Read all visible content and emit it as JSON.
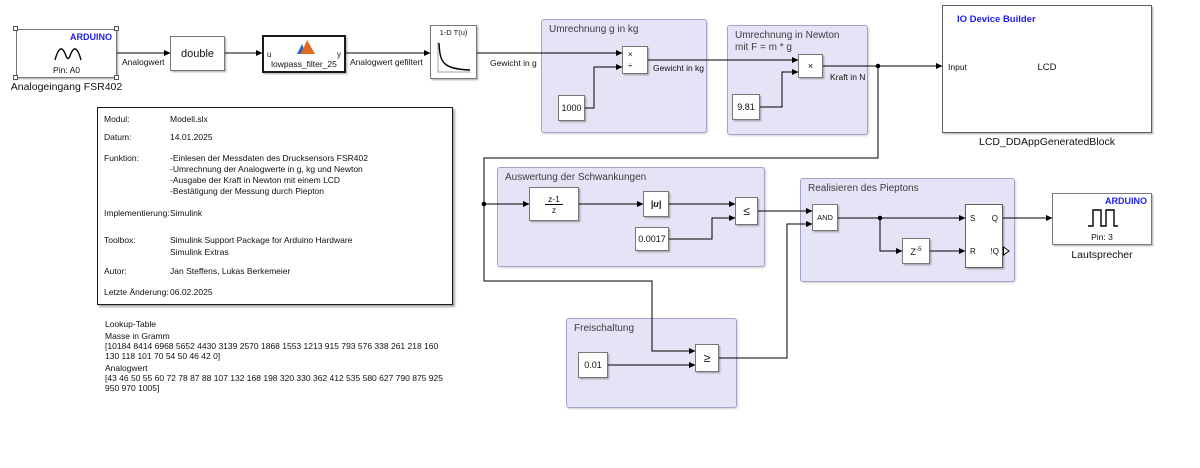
{
  "colors": {
    "accent_blue": "#1d1df0",
    "area_fill": "#e4e4f6",
    "area_border": "#a4a4c8"
  },
  "blocks": {
    "analog_input": {
      "brand": "ARDUINO",
      "pin": "Pin: A0",
      "name": "Analogeingang FSR402"
    },
    "datatype": {
      "label": "double"
    },
    "lowpass": {
      "port_in": "u",
      "port_out": "y",
      "label": "lowpass_filter_25"
    },
    "lut": {
      "title": "1-D T(u)"
    },
    "divide": {
      "port1": "×",
      "port2": "÷"
    },
    "const_1000": {
      "value": "1000"
    },
    "product": {
      "symbol": "×"
    },
    "const_g": {
      "value": "9.81"
    },
    "lcd": {
      "brand": "IO Device Builder",
      "port_in": "Input",
      "label": "LCD",
      "name": "LCD_DDAppGeneratedBlock"
    },
    "tf": {
      "num": "z-1",
      "den": "z"
    },
    "abs": {
      "label": "|u|"
    },
    "const_schwelle": {
      "value": "0.0017"
    },
    "leq": {
      "symbol": "≤"
    },
    "and": {
      "label": "AND"
    },
    "delay": {
      "base": "Z",
      "exp": "-5"
    },
    "flipflop": {
      "s": "S",
      "r": "R",
      "q": "Q",
      "nq": "!Q"
    },
    "const_min": {
      "value": "0.01"
    },
    "geq": {
      "symbol": "≥"
    },
    "speaker": {
      "brand": "ARDUINO",
      "pin": "Pin: 3",
      "name": "Lautsprecher"
    }
  },
  "areas": {
    "g_to_kg": {
      "title": "Umrechnung g in kg"
    },
    "newton": {
      "title_line1": "Umrechnung in Newton",
      "title_line2": "mit F = m * g"
    },
    "schwankungen": {
      "title": "Auswertung der Schwankungen"
    },
    "piepton": {
      "title": "Realisieren des Pieptons"
    },
    "freischaltung": {
      "title": "Freischaltung"
    }
  },
  "signals": {
    "analogwert": "Analogwert",
    "gefiltert": "Analogwert gefiltert",
    "gewicht_g": "Gewicht in g",
    "gewicht_kg": "Gewicht in kg",
    "kraft_n": "Kraft in N"
  },
  "annotation": {
    "rows": [
      {
        "label": "Modul:",
        "lines": [
          "Modell.slx"
        ]
      },
      {
        "label": "Datum:",
        "lines": [
          "14.01.2025"
        ]
      },
      {
        "label": "Funktion:",
        "lines": [
          "-Einlesen der Messdaten  des Drucksensors FSR402",
          "-Umrechnung der Analogwerte in g, kg und Newton",
          "-Ausgabe der Kraft in Newton mit einem LCD",
          "-Bestätigung der Messung durch Piepton"
        ]
      },
      {
        "label": "Implementierung:",
        "lines": [
          "Simulink"
        ]
      },
      {
        "label": "Toolbox:",
        "lines": [
          "Simulink Support Package for Arduino Hardware",
          "Simulink Extras"
        ]
      },
      {
        "label": "Autor:",
        "lines": [
          "Jan Steffens, Lukas Berkemeier"
        ]
      },
      {
        "label": "Letzte Änderung:",
        "lines": [
          "06.02.2025"
        ]
      }
    ]
  },
  "lookup_note": {
    "lines": [
      "Lookup-Table",
      "Masse in Gramm",
      "[10184 8414 6968 5652 4430 3139 2570 1868 1553 1213 915 793 576 338 261 218 160",
      "130 118 101 70 54 50 46 42 0]",
      "Analogwert",
      "[43 46 50 55 60 72 78 87 88 107 132 168 198 320 330 362 412 535 580 627 790 875 925",
      "950 970 1005]"
    ]
  }
}
